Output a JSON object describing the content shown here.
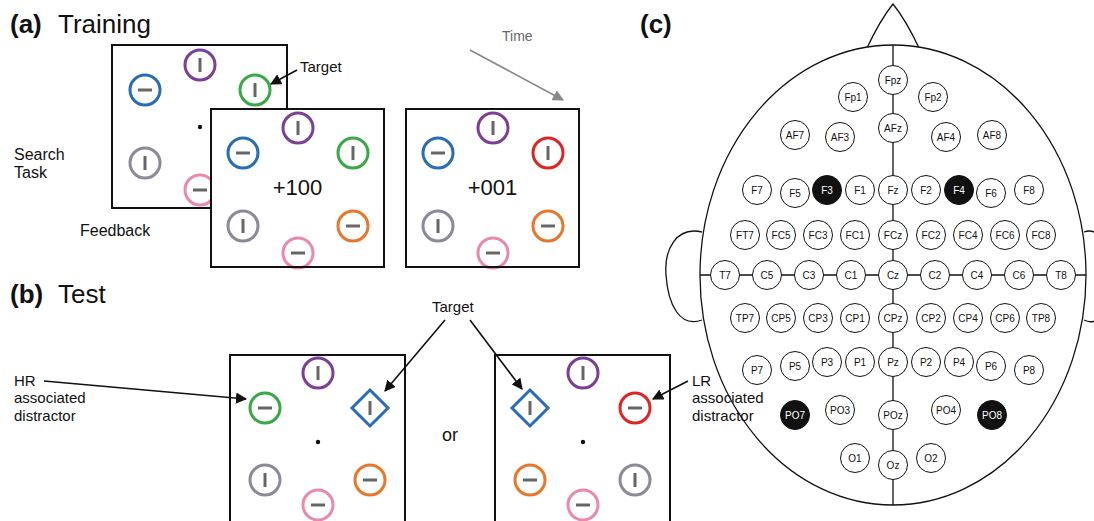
{
  "diagram": {
    "nodes": [
      {
        "text": [
          "+100"
        ]
      },
      {
        "text": [
          "+001"
        ]
      },
      {
        "text": [
          "Fp1"
        ]
      },
      {
        "text": [
          "Fpz"
        ]
      },
      {
        "text": [
          "Fp2"
        ]
      },
      {
        "text": [
          "AF7"
        ]
      },
      {
        "text": [
          "AF3"
        ]
      },
      {
        "text": [
          "AFz"
        ]
      },
      {
        "text": [
          "AF4"
        ]
      },
      {
        "text": [
          "AF8"
        ]
      },
      {
        "text": [
          "F7"
        ]
      },
      {
        "text": [
          "F5"
        ]
      },
      {
        "text": [
          "F3"
        ]
      },
      {
        "text": [
          "F1"
        ]
      },
      {
        "text": [
          "Fz"
        ]
      },
      {
        "text": [
          "F2"
        ]
      },
      {
        "text": [
          "F4"
        ]
      },
      {
        "text": [
          "F6"
        ]
      },
      {
        "text": [
          "F8"
        ]
      },
      {
        "text": [
          "FT7"
        ]
      },
      {
        "text": [
          "FC5"
        ]
      },
      {
        "text": [
          "FC3"
        ]
      },
      {
        "text": [
          "FC1"
        ]
      },
      {
        "text": [
          "FCz"
        ]
      },
      {
        "text": [
          "FC2"
        ]
      },
      {
        "text": [
          "FC4"
        ]
      },
      {
        "text": [
          "FC6"
        ]
      },
      {
        "text": [
          "FC8"
        ]
      },
      {
        "text": [
          "T7"
        ]
      },
      {
        "text": [
          "C5"
        ]
      },
      {
        "text": [
          "C3"
        ]
      },
      {
        "text": [
          "C1"
        ]
      },
      {
        "text": [
          "Cz"
        ]
      },
      {
        "text": [
          "C2"
        ]
      },
      {
        "text": [
          "C4"
        ]
      },
      {
        "text": [
          "C6"
        ]
      },
      {
        "text": [
          "T8"
        ]
      },
      {
        "text": [
          "TP7"
        ]
      },
      {
        "text": [
          "CP5"
        ]
      },
      {
        "text": [
          "CP3"
        ]
      },
      {
        "text": [
          "CP1"
        ]
      },
      {
        "text": [
          "CPz"
        ]
      },
      {
        "text": [
          "CP2"
        ]
      },
      {
        "text": [
          "CP4"
        ]
      },
      {
        "text": [
          "CP6"
        ]
      },
      {
        "text": [
          "TP8"
        ]
      },
      {
        "text": [
          "P7"
        ]
      },
      {
        "text": [
          "P5"
        ]
      },
      {
        "text": [
          "P3"
        ]
      },
      {
        "text": [
          "P1"
        ]
      },
      {
        "text": [
          "Pz"
        ]
      },
      {
        "text": [
          "P2"
        ]
      },
      {
        "text": [
          "P4"
        ]
      },
      {
        "text": [
          "P6"
        ]
      },
      {
        "text": [
          "P8"
        ]
      },
      {
        "text": [
          "PO7"
        ]
      },
      {
        "text": [
          "PO3"
        ]
      },
      {
        "text": [
          "POz"
        ]
      },
      {
        "text": [
          "PO4"
        ]
      },
      {
        "text": [
          "PO8"
        ]
      },
      {
        "text": [
          "O1"
        ]
      },
      {
        "text": [
          "Oz"
        ]
      },
      {
        "text": [
          "O2"
        ]
      }
    ],
    "labels": [
      "(a)",
      "Training",
      "Target",
      "Time",
      "Search Task",
      "Feedback",
      "(b)",
      "Test",
      "Target",
      "HR associated distractor",
      "LR associated distractor",
      "or",
      "(c)"
    ]
  }
}
